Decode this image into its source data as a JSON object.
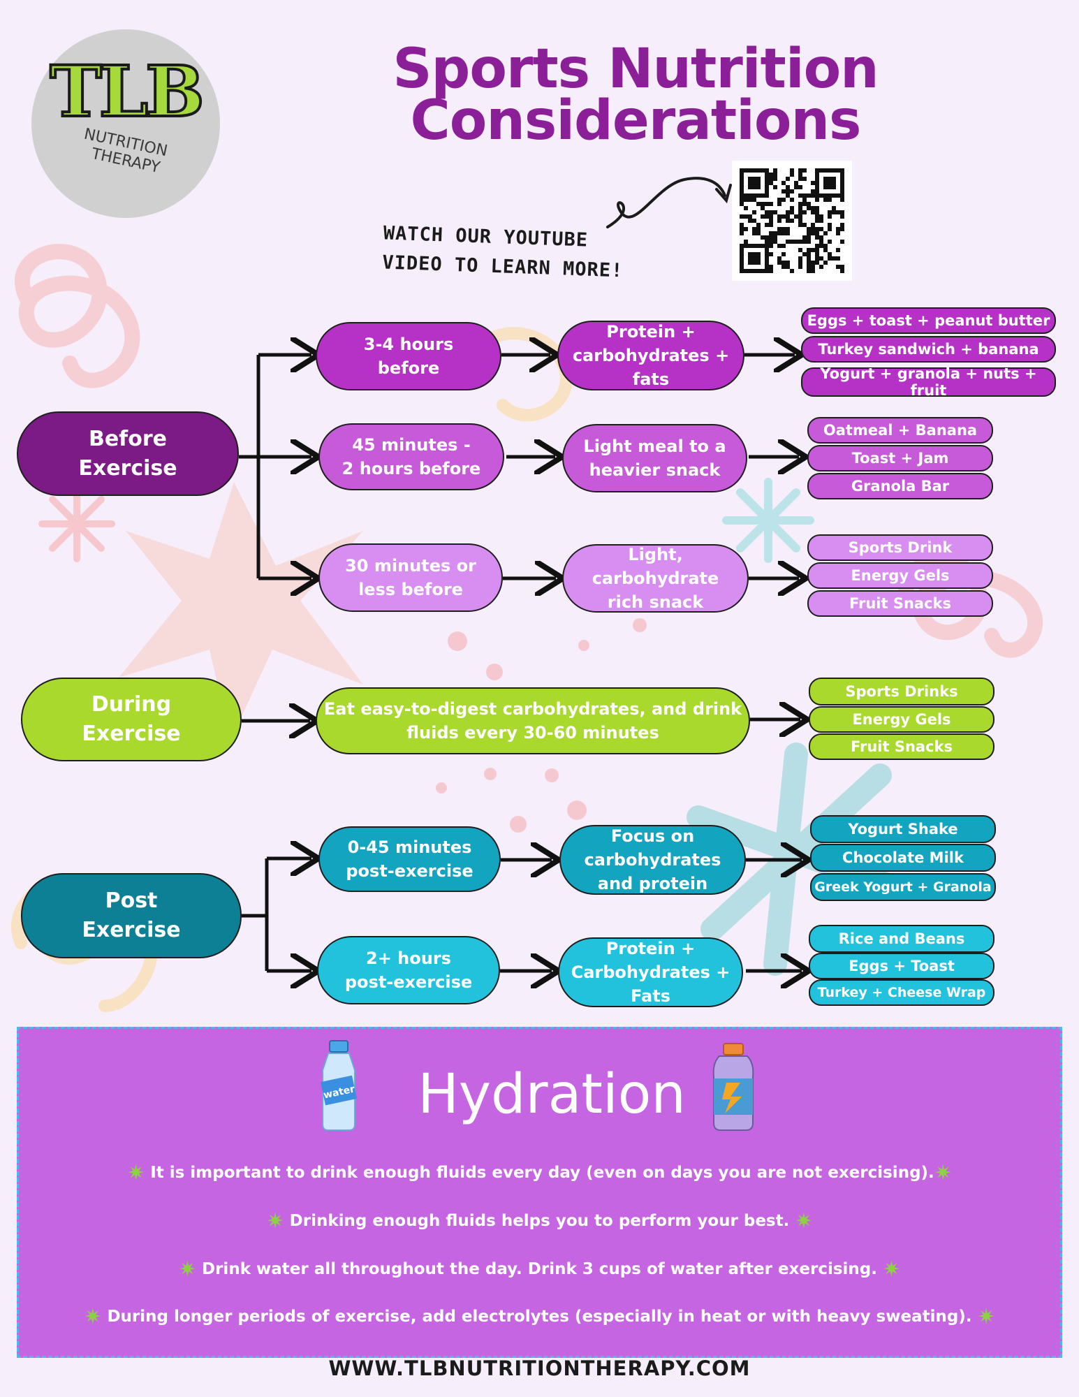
{
  "header": {
    "title_line1": "Sports Nutrition",
    "title_line2": "Considerations",
    "watch_line1": "WATCH OUR YOUTUBE",
    "watch_line2": "VIDEO TO LEARN MORE!"
  },
  "logo": {
    "main": "TLB",
    "sub1": "NUTRITION",
    "sub2": "THERAPY"
  },
  "before": {
    "stage": "Before\nExercise",
    "rows": [
      {
        "timing": "3-4 hours\nbefore",
        "meal": "Protein +\ncarbohydrates +\nfats",
        "items": [
          "Eggs + toast + peanut butter",
          "Turkey sandwich + banana",
          "Yogurt + granola + nuts + fruit"
        ]
      },
      {
        "timing": "45 minutes -\n2 hours before",
        "meal": "Light meal to a\nheavier snack",
        "items": [
          "Oatmeal + Banana",
          "Toast + Jam",
          "Granola Bar"
        ]
      },
      {
        "timing": "30 minutes or\nless before",
        "meal": "Light,\ncarbohydrate\nrich snack",
        "items": [
          "Sports Drink",
          "Energy Gels",
          "Fruit Snacks"
        ]
      }
    ]
  },
  "during": {
    "stage": "During\nExercise",
    "guidance": "Eat easy-to-digest carbohydrates, and drink\nfluids every 30-60 minutes",
    "items": [
      "Sports Drinks",
      "Energy Gels",
      "Fruit Snacks"
    ]
  },
  "post": {
    "stage": "Post\nExercise",
    "rows": [
      {
        "timing": "0-45 minutes\npost-exercise",
        "meal": "Focus on\ncarbohydrates\nand protein",
        "items": [
          "Yogurt Shake",
          "Chocolate Milk",
          "Greek Yogurt + Granola"
        ]
      },
      {
        "timing": "2+ hours\npost-exercise",
        "meal": "Protein +\nCarbohydrates +\nFats",
        "items": [
          "Rice and Beans",
          "Eggs + Toast",
          "Turkey + Cheese Wrap"
        ]
      }
    ]
  },
  "hydration": {
    "title": "Hydration",
    "water_label": "water",
    "bullets": [
      "It is important to drink enough fluids every day (even on days you are not exercising).",
      "Drinking enough fluids helps you to perform your best.",
      "Drink water all throughout the day. Drink 3 cups of water after exercising.",
      "During longer periods of exercise, add electrolytes (especially in heat or with heavy sweating)."
    ]
  },
  "footer": {
    "url": "WWW.TLBNUTRITIONTHERAPY.COM"
  },
  "colors": {
    "before_stage": "#7c1a86",
    "before_row1": "#b632c6",
    "before_row2": "#c75ad8",
    "before_row3": "#d88ef0",
    "during": "#a8d92c",
    "post_stage": "#0e8095",
    "post_row1": "#13a4c0",
    "post_row2": "#22c2dc",
    "hydration_bg": "#c565e2",
    "title": "#8a1f98"
  }
}
